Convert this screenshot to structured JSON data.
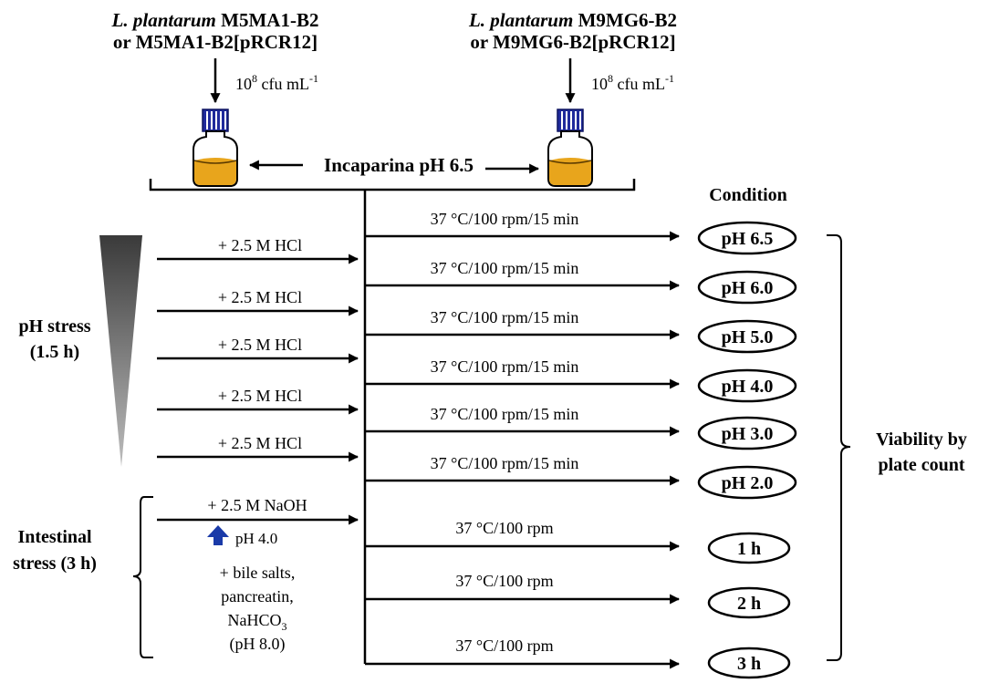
{
  "strains": [
    {
      "species": "L. plantarum",
      "strain": "M5MA1-B2",
      "alt": "or M5MA1-B2[pRCR12]",
      "dose_base": "10",
      "dose_exp": "8",
      "dose_unit": " cfu mL",
      "dose_unit_exp": "-1"
    },
    {
      "species": "L. plantarum",
      "strain": "M9MG6-B2",
      "alt": "or M9MG6-B2[pRCR12]",
      "dose_base": "10",
      "dose_exp": "8",
      "dose_unit": " cfu mL",
      "dose_unit_exp": "-1"
    }
  ],
  "medium_label": "Incaparina pH 6.5",
  "condition_header": "Condition",
  "ph_stress": {
    "line1": "pH stress",
    "line2": "(1.5 h)",
    "additive": "+ 2.5 M HCl"
  },
  "incubation_ph": "37 °C/100 rpm/15 min",
  "ph_conditions": [
    "pH 6.5",
    "pH 6.0",
    "pH 5.0",
    "pH 4.0",
    "pH 3.0",
    "pH 2.0"
  ],
  "intestinal_stress": {
    "line1": "Intestinal",
    "line2": "stress (3 h)",
    "additive": "+ 2.5 M NaOH",
    "ph_up": "pH 4.0",
    "supplements": [
      "+ bile salts,",
      "pancreatin,",
      "NaHCO",
      "(pH 8.0)"
    ],
    "supplement_sub": "3"
  },
  "incubation_intestinal": "37 °C/100 rpm",
  "time_conditions": [
    "1 h",
    "2 h",
    "3 h"
  ],
  "result_label": [
    "Viability by",
    "plate count"
  ],
  "colors": {
    "cap": "#1f2a9c",
    "medium": "#e8a51c",
    "arrow_up": "#1a3aa8",
    "triangle_top": "#3a3a3a",
    "triangle_bottom": "#bdbdbd"
  }
}
